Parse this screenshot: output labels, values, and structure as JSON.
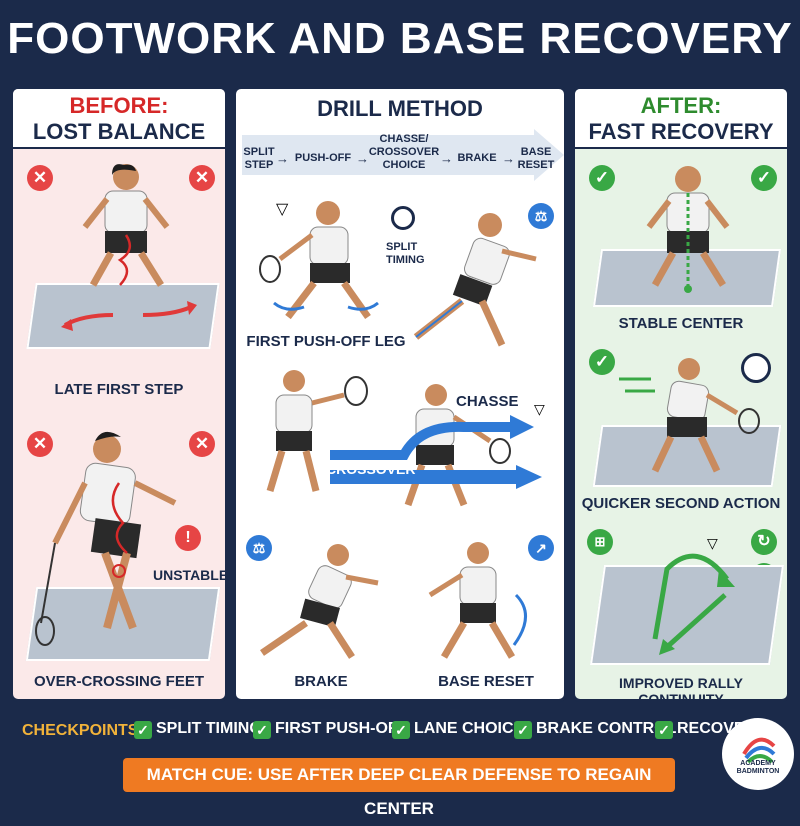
{
  "title": "FOOTWORK AND BASE RECOVERY",
  "before": {
    "label": "BEFORE:",
    "subtitle": "LOST BALANCE",
    "captions": [
      "LATE FIRST STEP",
      "OVER-CROSSING FEET"
    ],
    "unstable_label": "UNSTABLE"
  },
  "drill": {
    "title": "DRILL METHOD",
    "steps": [
      "SPLIT STEP",
      "PUSH-OFF",
      "CHASSE/ CROSSOVER CHOICE",
      "BRAKE",
      "BASE RESET"
    ],
    "split_timing": "SPLIT TIMING",
    "captions": [
      "FIRST PUSH-OFF LEG",
      "BRAKE",
      "BASE RESET"
    ],
    "chasse": "CHASSE",
    "crossover": "CROSSOVER"
  },
  "after": {
    "label": "AFTER:",
    "subtitle": "FAST RECOVERY",
    "captions": [
      "STABLE CENTER",
      "QUICKER SECOND ACTION",
      "IMPROVED RALLY CONTINUITY"
    ]
  },
  "checkpoints": {
    "label": "CHECKPOINTS:",
    "items": [
      "SPLIT TIMING",
      "FIRST PUSH-OFF",
      "LANE CHOICE",
      "BRAKE CONTROL",
      "RECOVER"
    ]
  },
  "match_cue": "MATCH CUE: USE AFTER DEEP CLEAR DEFENSE TO REGAIN CENTER",
  "logo": {
    "line1": "ACADEMY",
    "line2": "BADMINTON"
  },
  "colors": {
    "navy": "#1b2a4a",
    "red": "#d62828",
    "green": "#2e8b2e",
    "orange": "#ef7a22",
    "blue": "#2f7ad6"
  }
}
